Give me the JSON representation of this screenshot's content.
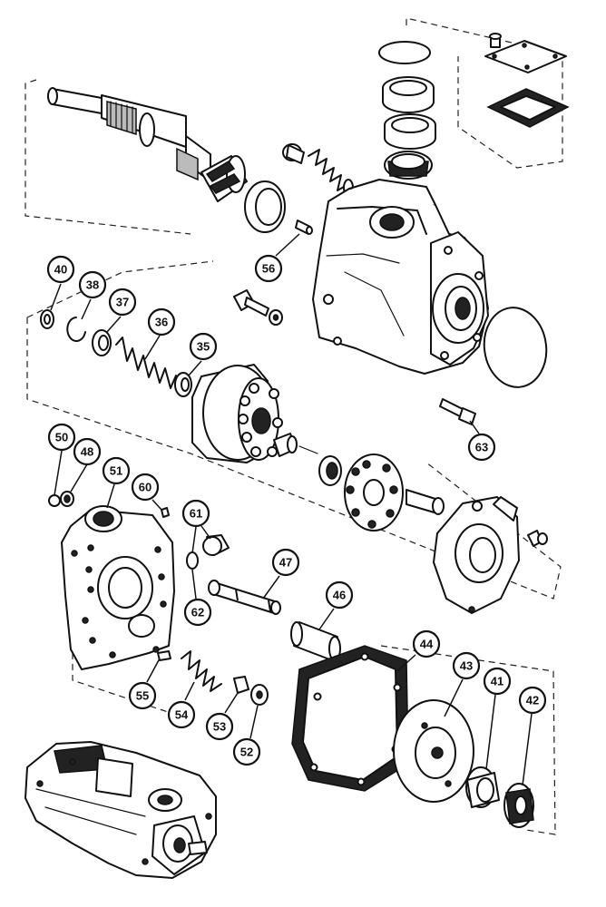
{
  "callouts": [
    "40",
    "38",
    "37",
    "36",
    "35",
    "56",
    "63",
    "50",
    "48",
    "51",
    "60",
    "61",
    "62",
    "47",
    "46",
    "44",
    "43",
    "41",
    "42",
    "55",
    "54",
    "53",
    "52"
  ]
}
